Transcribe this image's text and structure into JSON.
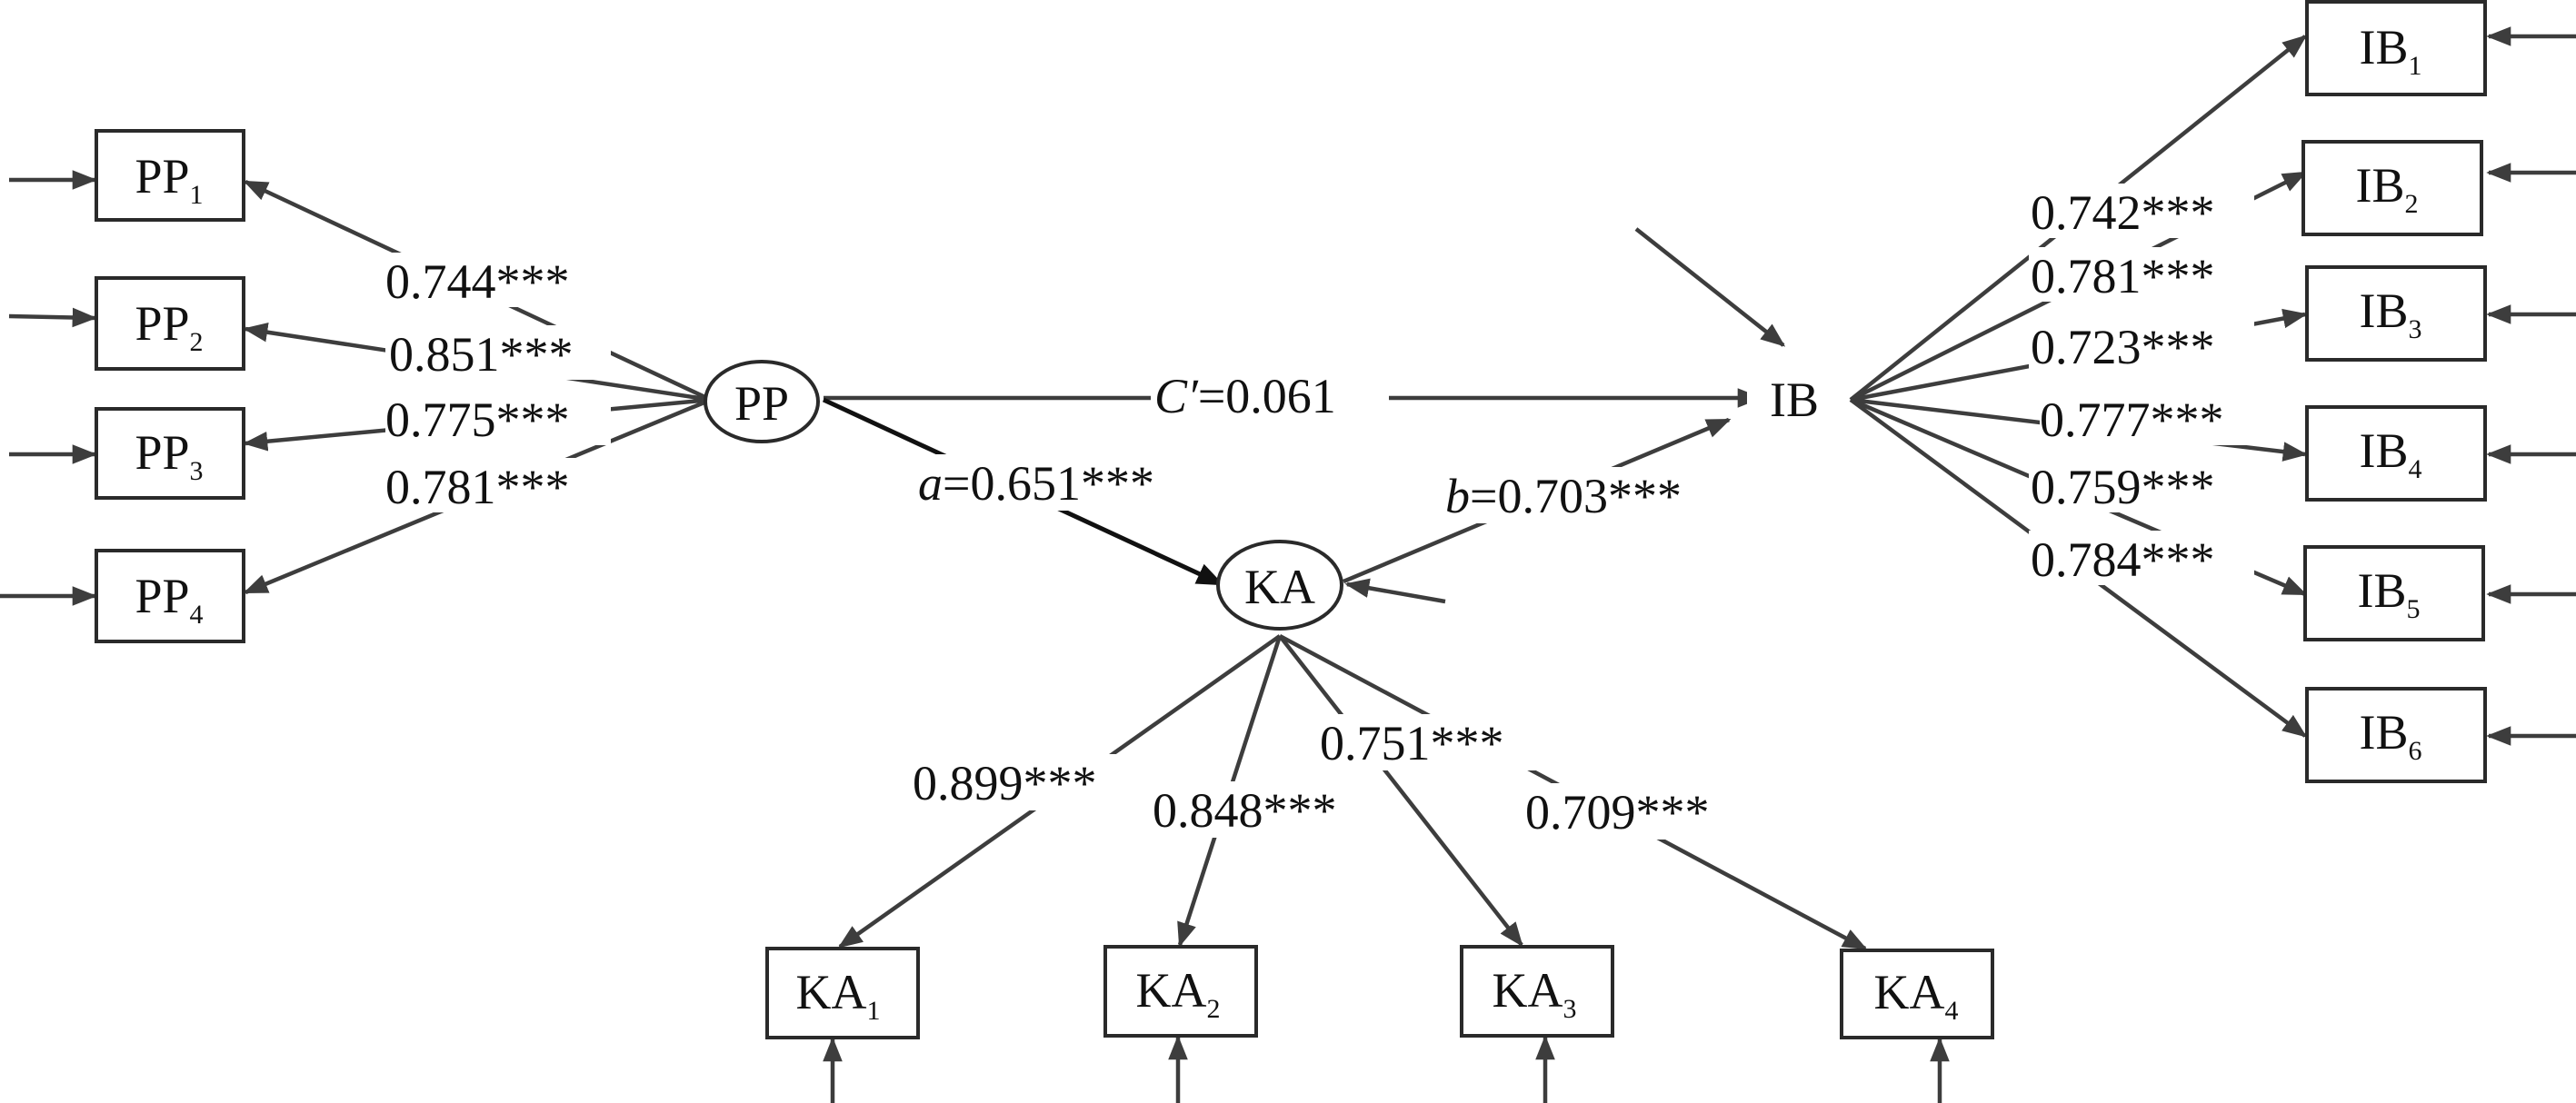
{
  "nodes": {
    "pp": "PP",
    "ka": "KA",
    "ib": "IB"
  },
  "indicators": {
    "pp": [
      {
        "base": "PP",
        "sub": "1"
      },
      {
        "base": "PP",
        "sub": "2"
      },
      {
        "base": "PP",
        "sub": "3"
      },
      {
        "base": "PP",
        "sub": "4"
      }
    ],
    "ka": [
      {
        "base": "KA",
        "sub": "1"
      },
      {
        "base": "KA",
        "sub": "2"
      },
      {
        "base": "KA",
        "sub": "3"
      },
      {
        "base": "KA",
        "sub": "4"
      }
    ],
    "ib": [
      {
        "base": "IB",
        "sub": "1"
      },
      {
        "base": "IB",
        "sub": "2"
      },
      {
        "base": "IB",
        "sub": "3"
      },
      {
        "base": "IB",
        "sub": "4"
      },
      {
        "base": "IB",
        "sub": "5"
      },
      {
        "base": "IB",
        "sub": "6"
      }
    ]
  },
  "loadings": {
    "pp": [
      "0.744***",
      "0.851***",
      "0.775***",
      "0.781***"
    ],
    "ka": [
      "0.899***",
      "0.848***",
      "0.751***",
      "0.709***"
    ],
    "ib": [
      "0.742***",
      "0.781***",
      "0.723***",
      "0.777***",
      "0.759***",
      "0.784***"
    ]
  },
  "structural": {
    "a": {
      "symbol": "a",
      "value": "=0.651***"
    },
    "b": {
      "symbol": "b",
      "value": "=0.703***"
    },
    "c": {
      "symbol": "C′",
      "value": "=0.061"
    }
  },
  "colors": {
    "line": "#3d3d3d",
    "strong_line": "#111111",
    "box_stroke": "#2a2a2a",
    "text": "#111111"
  }
}
